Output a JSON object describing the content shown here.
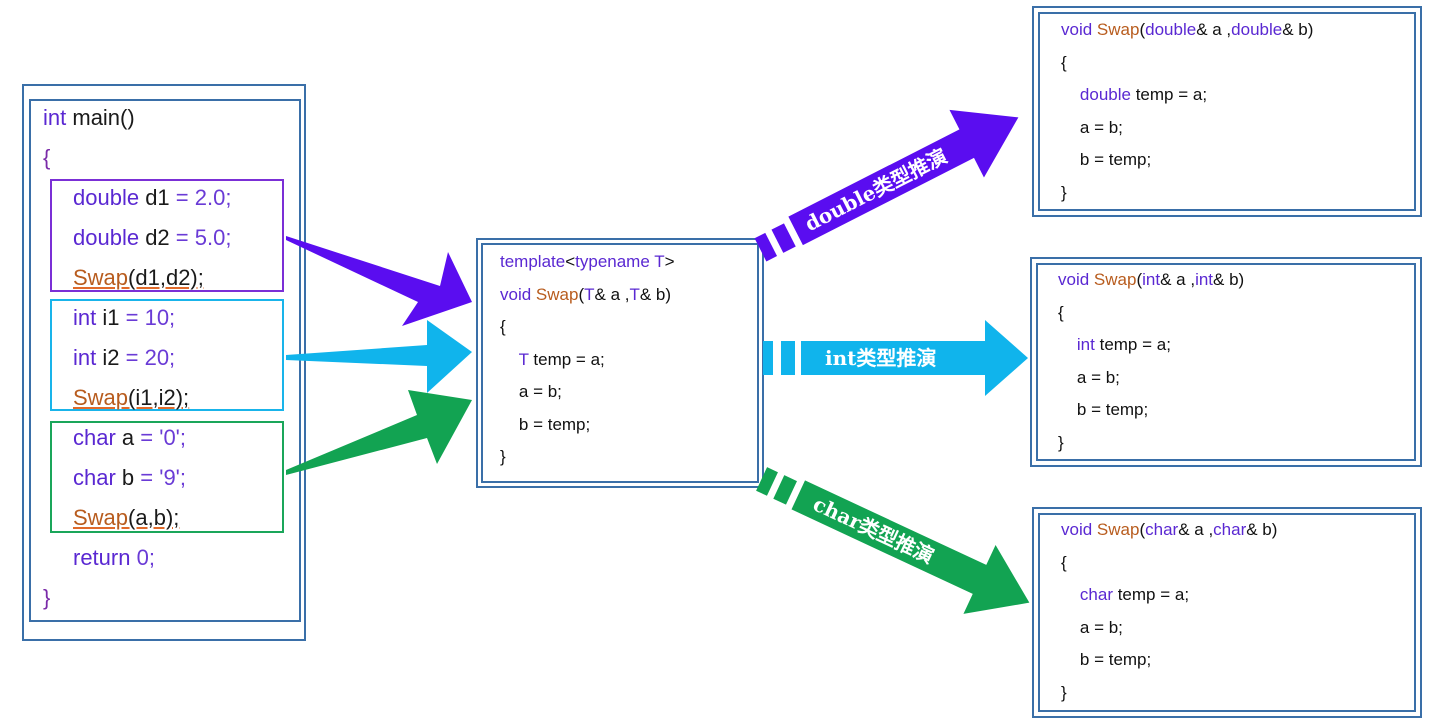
{
  "main_block": {
    "lines": [
      {
        "parts": [
          {
            "t": "int",
            "c": "kw"
          },
          {
            "t": " main()",
            "c": ""
          }
        ]
      },
      {
        "parts": [
          {
            "t": "{",
            "c": "brc"
          }
        ]
      },
      {
        "parts": [
          {
            "t": "double",
            "c": "kw"
          },
          {
            "t": " d1 ",
            "c": ""
          },
          {
            "t": "=",
            "c": "op"
          },
          {
            "t": " 2.0;",
            "c": "num"
          }
        ]
      },
      {
        "parts": [
          {
            "t": "double",
            "c": "kw"
          },
          {
            "t": " d2 ",
            "c": ""
          },
          {
            "t": "=",
            "c": "op"
          },
          {
            "t": " 5.0;",
            "c": "num"
          }
        ]
      },
      {
        "parts": [
          {
            "t": "Swap",
            "c": "fn ul"
          },
          {
            "t": "(d1,d2);",
            "c": "ul"
          }
        ]
      },
      {
        "parts": [
          {
            "t": "int",
            "c": "kw"
          },
          {
            "t": " i1 ",
            "c": ""
          },
          {
            "t": "=",
            "c": "op"
          },
          {
            "t": " 10;",
            "c": "num"
          }
        ]
      },
      {
        "parts": [
          {
            "t": "int",
            "c": "kw"
          },
          {
            "t": " i2 ",
            "c": ""
          },
          {
            "t": "=",
            "c": "op"
          },
          {
            "t": " 20;",
            "c": "num"
          }
        ]
      },
      {
        "parts": [
          {
            "t": "Swap",
            "c": "fn ul"
          },
          {
            "t": "(i1,i2);",
            "c": "ul"
          }
        ]
      },
      {
        "parts": [
          {
            "t": "char",
            "c": "kw"
          },
          {
            "t": " a ",
            "c": ""
          },
          {
            "t": "=",
            "c": "op"
          },
          {
            "t": " '0';",
            "c": "num"
          }
        ]
      },
      {
        "parts": [
          {
            "t": "char",
            "c": "kw"
          },
          {
            "t": " b ",
            "c": ""
          },
          {
            "t": "=",
            "c": "op"
          },
          {
            "t": " '9';",
            "c": "num"
          }
        ]
      },
      {
        "parts": [
          {
            "t": "Swap",
            "c": "fn ul"
          },
          {
            "t": "(a,b);",
            "c": "ul"
          }
        ]
      },
      {
        "parts": [
          {
            "t": "return",
            "c": "kw"
          },
          {
            "t": " 0;",
            "c": "num"
          }
        ]
      },
      {
        "parts": [
          {
            "t": "}",
            "c": "brc"
          }
        ]
      }
    ]
  },
  "template_block": {
    "lines": [
      {
        "parts": [
          {
            "t": "template",
            "c": "kw"
          },
          {
            "t": "<",
            "c": ""
          },
          {
            "t": "typename",
            "c": "kw"
          },
          {
            "t": " T",
            "c": "kw"
          },
          {
            "t": ">",
            "c": ""
          }
        ]
      },
      {
        "parts": [
          {
            "t": "void",
            "c": "kw"
          },
          {
            "t": " ",
            "c": ""
          },
          {
            "t": "Swap",
            "c": "fn"
          },
          {
            "t": "(",
            "c": ""
          },
          {
            "t": "T",
            "c": "kw"
          },
          {
            "t": "& a ,",
            "c": ""
          },
          {
            "t": "T",
            "c": "kw"
          },
          {
            "t": "& b)",
            "c": ""
          }
        ]
      },
      {
        "parts": [
          {
            "t": "{",
            "c": ""
          }
        ]
      },
      {
        "parts": [
          {
            "t": "    ",
            "c": ""
          },
          {
            "t": "T",
            "c": "kw"
          },
          {
            "t": " temp = a;",
            "c": ""
          }
        ]
      },
      {
        "parts": [
          {
            "t": "    a = b;",
            "c": ""
          }
        ]
      },
      {
        "parts": [
          {
            "t": "    b = temp;",
            "c": ""
          }
        ]
      },
      {
        "parts": [
          {
            "t": "}",
            "c": ""
          }
        ]
      }
    ]
  },
  "instances": [
    {
      "lines": [
        {
          "parts": [
            {
              "t": "void",
              "c": "kw"
            },
            {
              "t": " ",
              "c": ""
            },
            {
              "t": "Swap",
              "c": "fn"
            },
            {
              "t": "(",
              "c": ""
            },
            {
              "t": "double",
              "c": "kw"
            },
            {
              "t": "& a ,",
              "c": ""
            },
            {
              "t": "double",
              "c": "kw"
            },
            {
              "t": "& b)",
              "c": ""
            }
          ]
        },
        {
          "parts": [
            {
              "t": "{",
              "c": ""
            }
          ]
        },
        {
          "parts": [
            {
              "t": "    ",
              "c": ""
            },
            {
              "t": "double",
              "c": "kw"
            },
            {
              "t": " temp = a;",
              "c": ""
            }
          ]
        },
        {
          "parts": [
            {
              "t": "    a = b;",
              "c": ""
            }
          ]
        },
        {
          "parts": [
            {
              "t": "    b = temp;",
              "c": ""
            }
          ]
        },
        {
          "parts": [
            {
              "t": "}",
              "c": ""
            }
          ]
        }
      ]
    },
    {
      "lines": [
        {
          "parts": [
            {
              "t": "void",
              "c": "kw"
            },
            {
              "t": " ",
              "c": ""
            },
            {
              "t": "Swap",
              "c": "fn"
            },
            {
              "t": "(",
              "c": ""
            },
            {
              "t": "int",
              "c": "kw"
            },
            {
              "t": "& a ,",
              "c": ""
            },
            {
              "t": "int",
              "c": "kw"
            },
            {
              "t": "& b)",
              "c": ""
            }
          ]
        },
        {
          "parts": [
            {
              "t": "{",
              "c": ""
            }
          ]
        },
        {
          "parts": [
            {
              "t": "    ",
              "c": ""
            },
            {
              "t": "int",
              "c": "kw"
            },
            {
              "t": " temp = a;",
              "c": ""
            }
          ]
        },
        {
          "parts": [
            {
              "t": "    a = b;",
              "c": ""
            }
          ]
        },
        {
          "parts": [
            {
              "t": "    b = temp;",
              "c": ""
            }
          ]
        },
        {
          "parts": [
            {
              "t": "}",
              "c": ""
            }
          ]
        }
      ]
    },
    {
      "lines": [
        {
          "parts": [
            {
              "t": "void",
              "c": "kw"
            },
            {
              "t": " ",
              "c": ""
            },
            {
              "t": "Swap",
              "c": "fn"
            },
            {
              "t": "(",
              "c": ""
            },
            {
              "t": "char",
              "c": "kw"
            },
            {
              "t": "& a ,",
              "c": ""
            },
            {
              "t": "char",
              "c": "kw"
            },
            {
              "t": "& b)",
              "c": ""
            }
          ]
        },
        {
          "parts": [
            {
              "t": "{",
              "c": ""
            }
          ]
        },
        {
          "parts": [
            {
              "t": "    ",
              "c": ""
            },
            {
              "t": "char",
              "c": "kw"
            },
            {
              "t": " temp = a;",
              "c": ""
            }
          ]
        },
        {
          "parts": [
            {
              "t": "    a = b;",
              "c": ""
            }
          ]
        },
        {
          "parts": [
            {
              "t": "    b = temp;",
              "c": ""
            }
          ]
        },
        {
          "parts": [
            {
              "t": "}",
              "c": ""
            }
          ]
        }
      ]
    }
  ],
  "arrow_labels": {
    "double": "double类型推演",
    "int": "int类型推演",
    "char": "char类型推演"
  },
  "colors": {
    "frame": "#3a6fa8",
    "double_group": "#7b2fd6",
    "int_group": "#19b4ea",
    "char_group": "#1aa65a",
    "double_arrow": "#5a0df0",
    "int_arrow": "#10b4ec",
    "char_arrow": "#12a352"
  }
}
